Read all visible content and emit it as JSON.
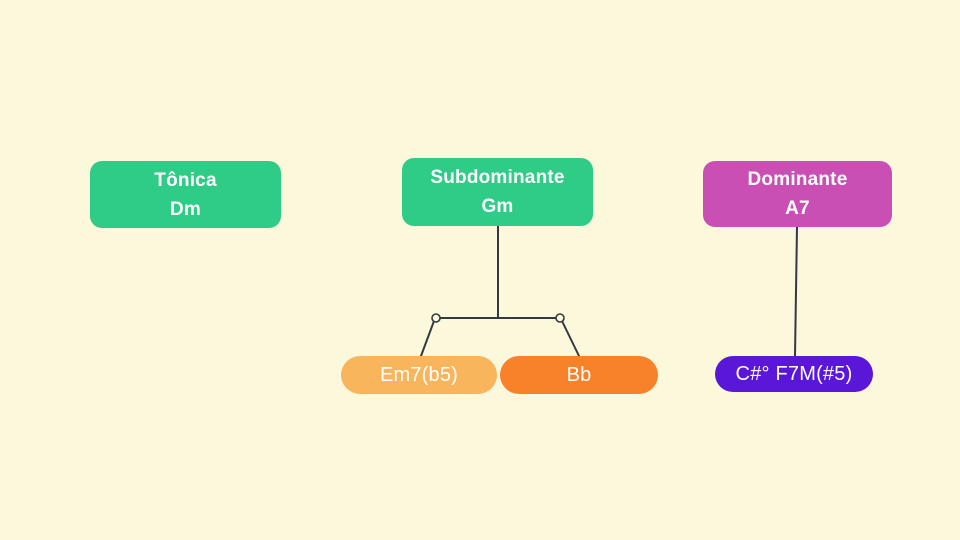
{
  "canvas": {
    "background": "#FBF8DC",
    "line_color": "#333940",
    "text_color": "#FFFFFF"
  },
  "nodes": {
    "tonica": {
      "title": "Tônica",
      "chord": "Dm",
      "color": "#2ECC86"
    },
    "subdominante": {
      "title": "Subdominante",
      "chord": "Gm",
      "color": "#2ECC86"
    },
    "dominante": {
      "title": "Dominante",
      "chord": "A7",
      "color": "#C94FB4"
    }
  },
  "leaves": {
    "em7b5": {
      "label": "Em7(b5)",
      "color": "#F9B55C"
    },
    "bb": {
      "label": "Bb",
      "color": "#F8822A"
    },
    "csharp": {
      "label": "C#° F7M(#5)",
      "color": "#5A17D8"
    }
  }
}
